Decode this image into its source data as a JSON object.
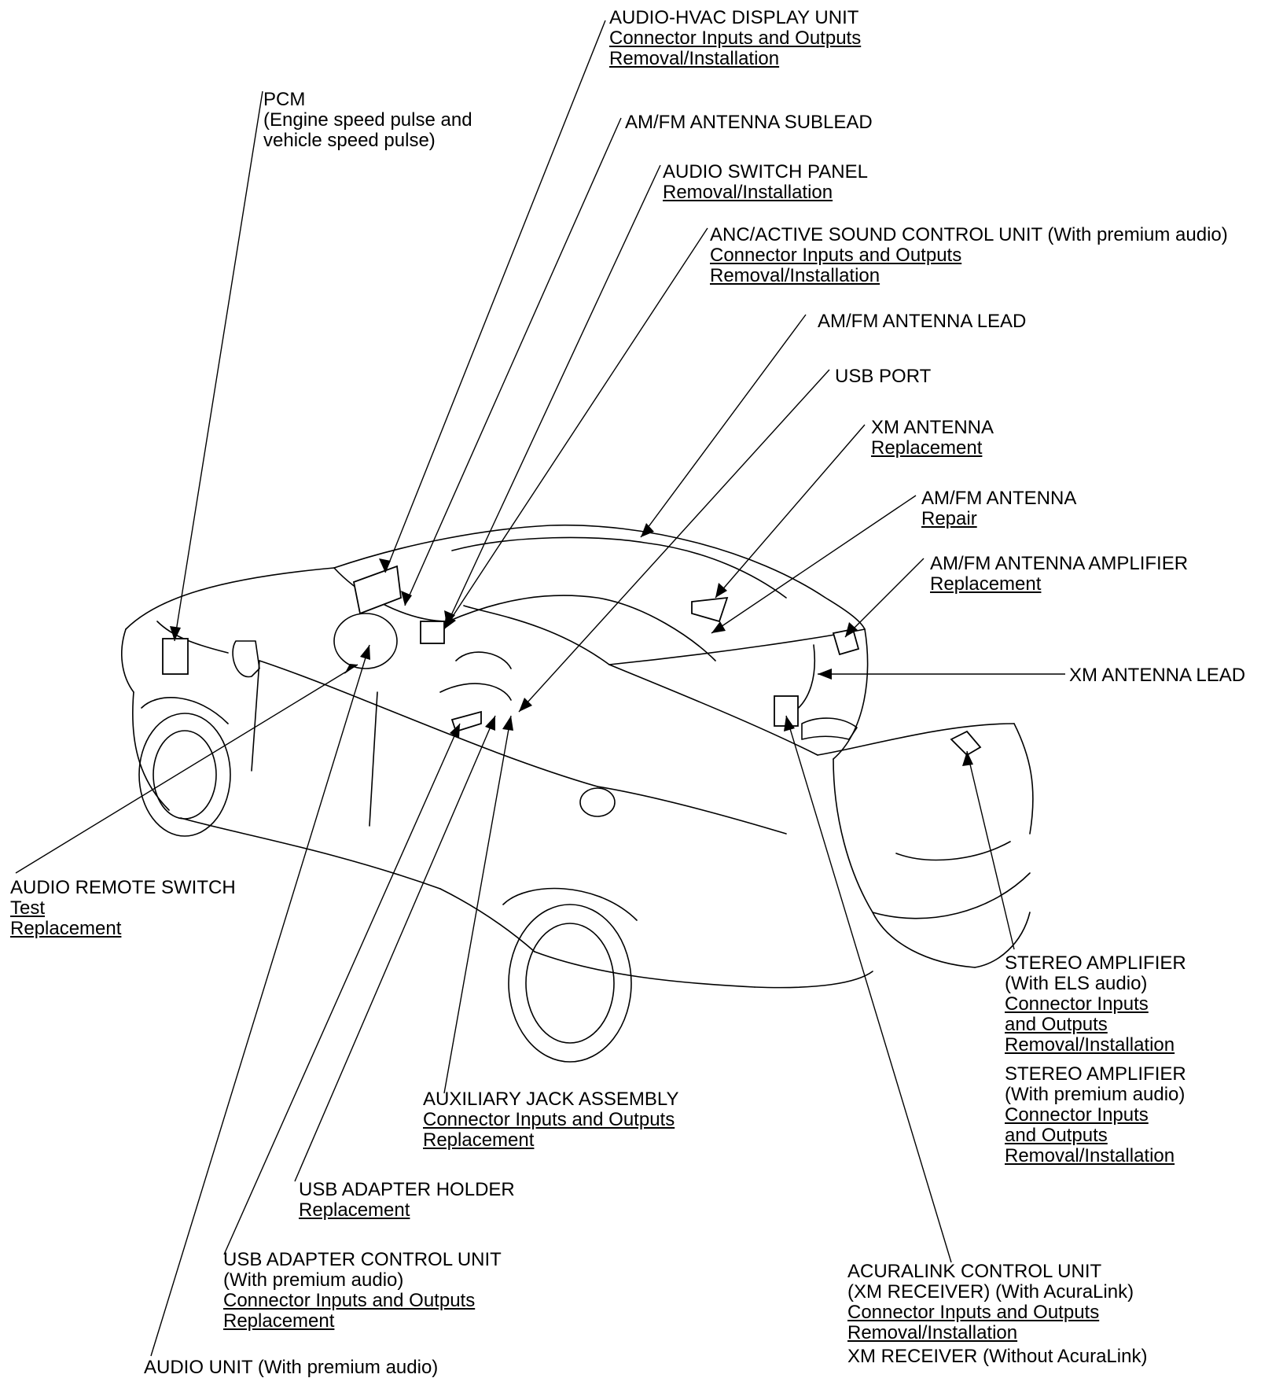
{
  "callouts": {
    "audio_hvac": {
      "title": "AUDIO-HVAC DISPLAY UNIT",
      "links": [
        "Connector Inputs and Outputs",
        "Removal/Installation"
      ]
    },
    "pcm": {
      "title": "PCM",
      "notes": [
        "(Engine speed pulse and",
        "vehicle speed pulse)"
      ]
    },
    "am_fm_sublead": {
      "title": "AM/FM ANTENNA SUBLEAD"
    },
    "audio_switch_panel": {
      "title": "AUDIO SWITCH PANEL",
      "links": [
        "Removal/Installation"
      ]
    },
    "anc": {
      "title": "ANC/ACTIVE SOUND CONTROL UNIT (With premium audio)",
      "links": [
        "Connector Inputs and Outputs",
        "Removal/Installation"
      ]
    },
    "am_fm_lead": {
      "title": "AM/FM ANTENNA LEAD"
    },
    "usb_port": {
      "title": "USB PORT"
    },
    "xm_antenna": {
      "title": "XM ANTENNA",
      "links": [
        "Replacement"
      ]
    },
    "am_fm_antenna": {
      "title": "AM/FM ANTENNA",
      "links": [
        "Repair"
      ]
    },
    "am_fm_amplifier": {
      "title": "AM/FM ANTENNA AMPLIFIER",
      "links": [
        "Replacement"
      ]
    },
    "xm_antenna_lead": {
      "title": "XM ANTENNA LEAD"
    },
    "audio_remote_switch": {
      "title": "AUDIO REMOTE SWITCH",
      "links": [
        "Test",
        "Replacement"
      ]
    },
    "stereo_amp_els": {
      "title": "STEREO AMPLIFIER",
      "notes": [
        "(With ELS audio)"
      ],
      "links": [
        "Connector Inputs ",
        "and Outputs",
        "Removal/Installation"
      ]
    },
    "stereo_amp_premium": {
      "title": "STEREO AMPLIFIER",
      "notes": [
        "(With premium audio)"
      ],
      "links": [
        "Connector Inputs ",
        "and Outputs",
        "Removal/Installation"
      ]
    },
    "aux_jack": {
      "title": "AUXILIARY JACK ASSEMBLY",
      "links": [
        "Connector Inputs and Outputs",
        "Replacement"
      ]
    },
    "usb_holder": {
      "title": "USB ADAPTER HOLDER",
      "links": [
        "Replacement"
      ]
    },
    "usb_control": {
      "title": "USB ADAPTER CONTROL UNIT",
      "notes": [
        "(With premium audio)"
      ],
      "links": [
        "Connector Inputs and Outputs",
        "Replacement"
      ]
    },
    "acuralink": {
      "title": "ACURALINK CONTROL UNIT",
      "notes": [
        "(XM RECEIVER) (With AcuraLink)"
      ],
      "links": [
        "Connector Inputs and Outputs",
        "Removal/Installation"
      ]
    },
    "xm_receiver": {
      "title": "XM RECEIVER (Without AcuraLink)"
    },
    "audio_unit": {
      "title": "AUDIO UNIT (With premium audio)"
    }
  }
}
